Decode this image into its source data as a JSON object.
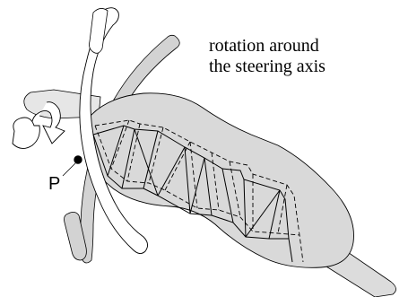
{
  "annotation": {
    "line1": "rotation around",
    "line2": "the steering axis"
  },
  "point": {
    "label": "P"
  },
  "colors": {
    "body_fill": "#d9d9d9",
    "handlebar_fill": "#d3d3d3",
    "outline": "#000000",
    "background": "#ffffff"
  },
  "icons": {
    "rotation": "curved-rotation-arrow-icon",
    "point": "filled-dot-icon"
  }
}
